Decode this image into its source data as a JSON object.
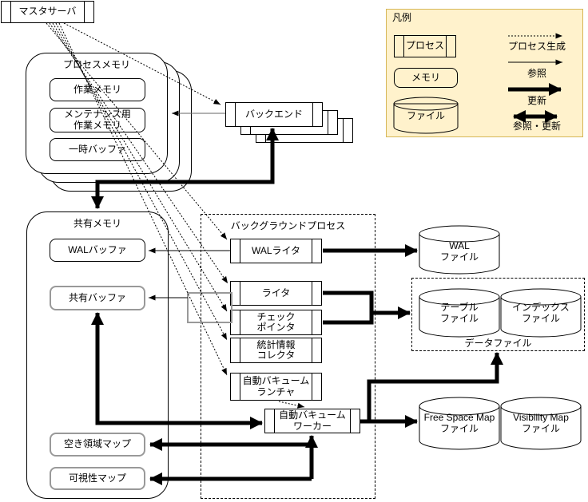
{
  "legend": {
    "title": "凡例",
    "process": "プロセス",
    "memory": "メモリ",
    "file": "ファイル",
    "create": "プロセス生成",
    "ref": "参照",
    "update": "更新",
    "ref_update": "参照・更新"
  },
  "master": {
    "label": "マスタサーバ"
  },
  "process_memory": {
    "title": "プロセスメモリ",
    "work_mem": "作業メモリ",
    "maintenance_work_mem": "メンテナンス用\n作業メモリ",
    "temp_buffer": "一時バッファ"
  },
  "backend": {
    "label": "バックエンド"
  },
  "shared_memory": {
    "title": "共有メモリ",
    "wal_buffer": "WALバッファ",
    "shared_buffer": "共有バッファ",
    "free_space_map": "空き領域マップ",
    "visibility_map": "可視性マップ"
  },
  "background_process": {
    "title": "バックグラウンドプロセス",
    "wal_writer": "WALライタ",
    "writer": "ライタ",
    "checkpointer": "チェック\nポインタ",
    "stats_collector": "統計情報\nコレクタ",
    "autovacuum_launcher": "自動バキューム\nランチャ",
    "autovacuum_worker": "自動バキューム\nワーカー"
  },
  "files": {
    "wal": "WAL\nファイル",
    "data_group": "データファイル",
    "table": "テーブル\nファイル",
    "index": "インデックス\nファイル",
    "free_space_map": "Free Space Map\nファイル",
    "visibility_map": "Visibility Map\nファイル"
  },
  "colors": {
    "legend_bg": "#fff2cc",
    "legend_border": "#d6b656",
    "highlight_border": "#999999",
    "line": "#000000"
  }
}
